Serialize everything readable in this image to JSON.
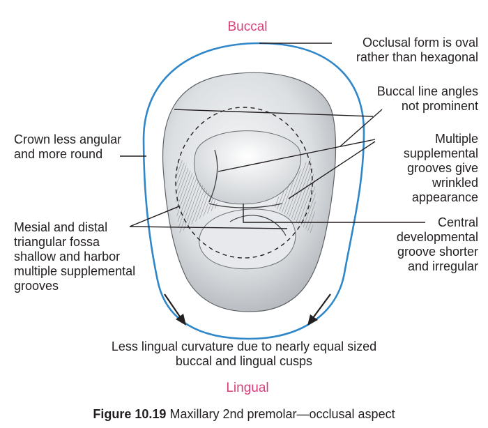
{
  "diagram": {
    "buccal": "Buccal",
    "lingual": "Lingual",
    "labels": {
      "occlusal_form": [
        "Occlusal form is oval",
        "rather than hexagonal"
      ],
      "buccal_line_angles": [
        "Buccal line angles",
        "not prominent"
      ],
      "multiple_grooves": [
        "Multiple",
        "supplemental",
        "grooves give",
        "wrinkled",
        "appearance"
      ],
      "central_groove": [
        "Central",
        "developmental",
        "groove shorter",
        "and irregular"
      ],
      "crown_less_angular": [
        "Crown less angular",
        "and more round"
      ],
      "fossa": [
        "Mesial and distal",
        "triangular fossa",
        "shallow and harbor",
        "multiple supplemental",
        "grooves"
      ],
      "lingual_curvature": [
        "Less lingual curvature due to nearly equal sized",
        "buccal and lingual cusps"
      ]
    },
    "colors": {
      "outline": "#2f86c8",
      "accent": "#d63e79",
      "ink": "#231f20"
    }
  },
  "caption": {
    "figure_number": "Figure 10.19",
    "text": "Maxillary 2nd premolar—occlusal aspect"
  }
}
